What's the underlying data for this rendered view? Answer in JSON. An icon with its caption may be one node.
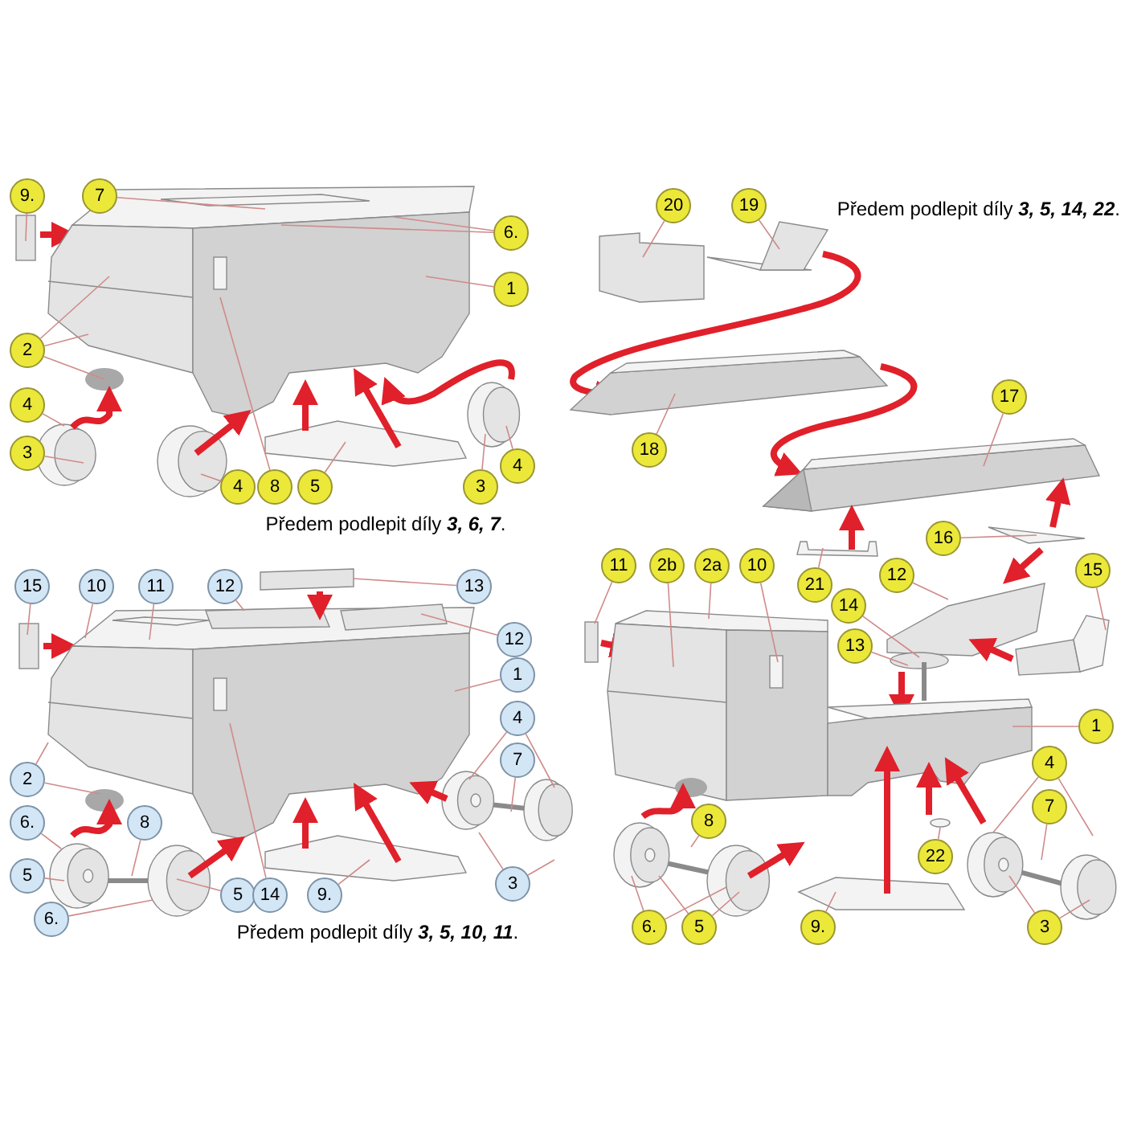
{
  "diagram": {
    "nodes": [
      {
        "text": [
          "9."
        ]
      },
      {
        "text": [
          "7"
        ]
      },
      {
        "text": [
          "6."
        ]
      },
      {
        "text": [
          "1"
        ]
      },
      {
        "text": [
          "2"
        ]
      },
      {
        "text": [
          "4"
        ]
      },
      {
        "text": [
          "3"
        ]
      },
      {
        "text": [
          "4"
        ]
      },
      {
        "text": [
          "8"
        ]
      },
      {
        "text": [
          "5"
        ]
      },
      {
        "text": [
          "3"
        ]
      },
      {
        "text": [
          "4"
        ]
      },
      {
        "text": [
          "20"
        ]
      },
      {
        "text": [
          "19"
        ]
      },
      {
        "text": [
          "18"
        ]
      },
      {
        "text": [
          "17"
        ]
      },
      {
        "text": [
          "16"
        ]
      },
      {
        "text": [
          "11"
        ]
      },
      {
        "text": [
          "2b"
        ]
      },
      {
        "text": [
          "2a"
        ]
      },
      {
        "text": [
          "10"
        ]
      },
      {
        "text": [
          "21"
        ]
      },
      {
        "text": [
          "12"
        ]
      },
      {
        "text": [
          "15"
        ]
      },
      {
        "text": [
          "14"
        ]
      },
      {
        "text": [
          "13"
        ]
      },
      {
        "text": [
          "1"
        ]
      },
      {
        "text": [
          "4"
        ]
      },
      {
        "text": [
          "7"
        ]
      },
      {
        "text": [
          "8"
        ]
      },
      {
        "text": [
          "22"
        ]
      },
      {
        "text": [
          "6."
        ]
      },
      {
        "text": [
          "5"
        ]
      },
      {
        "text": [
          "9."
        ]
      },
      {
        "text": [
          "3"
        ]
      },
      {
        "text": [
          "15"
        ]
      },
      {
        "text": [
          "10"
        ]
      },
      {
        "text": [
          "11"
        ]
      },
      {
        "text": [
          "12"
        ]
      },
      {
        "text": [
          "13"
        ]
      },
      {
        "text": [
          "12"
        ]
      },
      {
        "text": [
          "1"
        ]
      },
      {
        "text": [
          "4"
        ]
      },
      {
        "text": [
          "7"
        ]
      },
      {
        "text": [
          "2"
        ]
      },
      {
        "text": [
          "6."
        ]
      },
      {
        "text": [
          "8"
        ]
      },
      {
        "text": [
          "5"
        ]
      },
      {
        "text": [
          "5"
        ]
      },
      {
        "text": [
          "14"
        ]
      },
      {
        "text": [
          "9."
        ]
      },
      {
        "text": [
          "3"
        ]
      },
      {
        "text": [
          "6."
        ]
      }
    ],
    "edges": [
      {
        "from": 0,
        "to": null,
        "arrow": "none"
      },
      {
        "from": 1,
        "to": null,
        "arrow": "none"
      },
      {
        "from": 2,
        "to": null,
        "arrow": "none"
      },
      {
        "from": 2,
        "to": null,
        "arrow": "none"
      },
      {
        "from": 3,
        "to": null,
        "arrow": "none"
      },
      {
        "from": 4,
        "to": null,
        "arrow": "none"
      },
      {
        "from": 4,
        "to": null,
        "arrow": "none"
      },
      {
        "from": 4,
        "to": null,
        "arrow": "none"
      },
      {
        "from": 5,
        "to": null,
        "arrow": "none"
      },
      {
        "from": 6,
        "to": null,
        "arrow": "none"
      },
      {
        "from": 7,
        "to": null,
        "arrow": "none"
      },
      {
        "from": 8,
        "to": null,
        "arrow": "none"
      },
      {
        "from": 9,
        "to": null,
        "arrow": "none"
      },
      {
        "from": 10,
        "to": null,
        "arrow": "none"
      },
      {
        "from": 11,
        "to": null,
        "arrow": "none"
      },
      {
        "from": 12,
        "to": null,
        "arrow": "none"
      },
      {
        "from": 13,
        "to": null,
        "arrow": "none"
      },
      {
        "from": 14,
        "to": null,
        "arrow": "none"
      },
      {
        "from": 15,
        "to": null,
        "arrow": "none"
      },
      {
        "from": 16,
        "to": null,
        "arrow": "none"
      },
      {
        "from": 17,
        "to": null,
        "arrow": "none"
      },
      {
        "from": 18,
        "to": null,
        "arrow": "none"
      },
      {
        "from": 19,
        "to": null,
        "arrow": "none"
      },
      {
        "from": 20,
        "to": null,
        "arrow": "none"
      },
      {
        "from": 21,
        "to": null,
        "arrow": "none"
      },
      {
        "from": 22,
        "to": null,
        "arrow": "none"
      },
      {
        "from": 23,
        "to": null,
        "arrow": "none"
      },
      {
        "from": 24,
        "to": null,
        "arrow": "none"
      },
      {
        "from": 25,
        "to": null,
        "arrow": "none"
      },
      {
        "from": 26,
        "to": null,
        "arrow": "none"
      },
      {
        "from": 27,
        "to": null,
        "arrow": "none"
      },
      {
        "from": 27,
        "to": null,
        "arrow": "none"
      },
      {
        "from": 28,
        "to": null,
        "arrow": "none"
      },
      {
        "from": 29,
        "to": null,
        "arrow": "none"
      },
      {
        "from": 30,
        "to": null,
        "arrow": "none"
      },
      {
        "from": 31,
        "to": null,
        "arrow": "none"
      },
      {
        "from": 31,
        "to": null,
        "arrow": "none"
      },
      {
        "from": 32,
        "to": null,
        "arrow": "none"
      },
      {
        "from": 32,
        "to": null,
        "arrow": "none"
      },
      {
        "from": 33,
        "to": null,
        "arrow": "none"
      },
      {
        "from": 34,
        "to": null,
        "arrow": "none"
      },
      {
        "from": 34,
        "to": null,
        "arrow": "none"
      },
      {
        "from": 35,
        "to": null,
        "arrow": "none"
      },
      {
        "from": 36,
        "to": null,
        "arrow": "none"
      },
      {
        "from": 37,
        "to": null,
        "arrow": "none"
      },
      {
        "from": 38,
        "to": null,
        "arrow": "none"
      },
      {
        "from": 39,
        "to": null,
        "arrow": "none"
      },
      {
        "from": 40,
        "to": null,
        "arrow": "none"
      },
      {
        "from": 41,
        "to": null,
        "arrow": "none"
      },
      {
        "from": 42,
        "to": null,
        "arrow": "none"
      },
      {
        "from": 42,
        "to": null,
        "arrow": "none"
      },
      {
        "from": 43,
        "to": null,
        "arrow": "none"
      },
      {
        "from": 44,
        "to": null,
        "arrow": "none"
      },
      {
        "from": 44,
        "to": null,
        "arrow": "none"
      },
      {
        "from": 45,
        "to": null,
        "arrow": "none"
      },
      {
        "from": 46,
        "to": null,
        "arrow": "none"
      },
      {
        "from": 47,
        "to": null,
        "arrow": "none"
      },
      {
        "from": 48,
        "to": null,
        "arrow": "none"
      },
      {
        "from": 49,
        "to": null,
        "arrow": "none"
      },
      {
        "from": 50,
        "to": null,
        "arrow": "none"
      },
      {
        "from": 51,
        "to": null,
        "arrow": "none"
      },
      {
        "from": 51,
        "to": null,
        "arrow": "none"
      },
      {
        "from": 52,
        "to": null,
        "arrow": "none"
      }
    ],
    "labels": [
      "Předem podlepit díly **3, 6, 7**.",
      "Předem podlepit díly **3, 5, 14, 22**.",
      "Předem podlepit díly **3, 5, 10, 11**."
    ]
  }
}
